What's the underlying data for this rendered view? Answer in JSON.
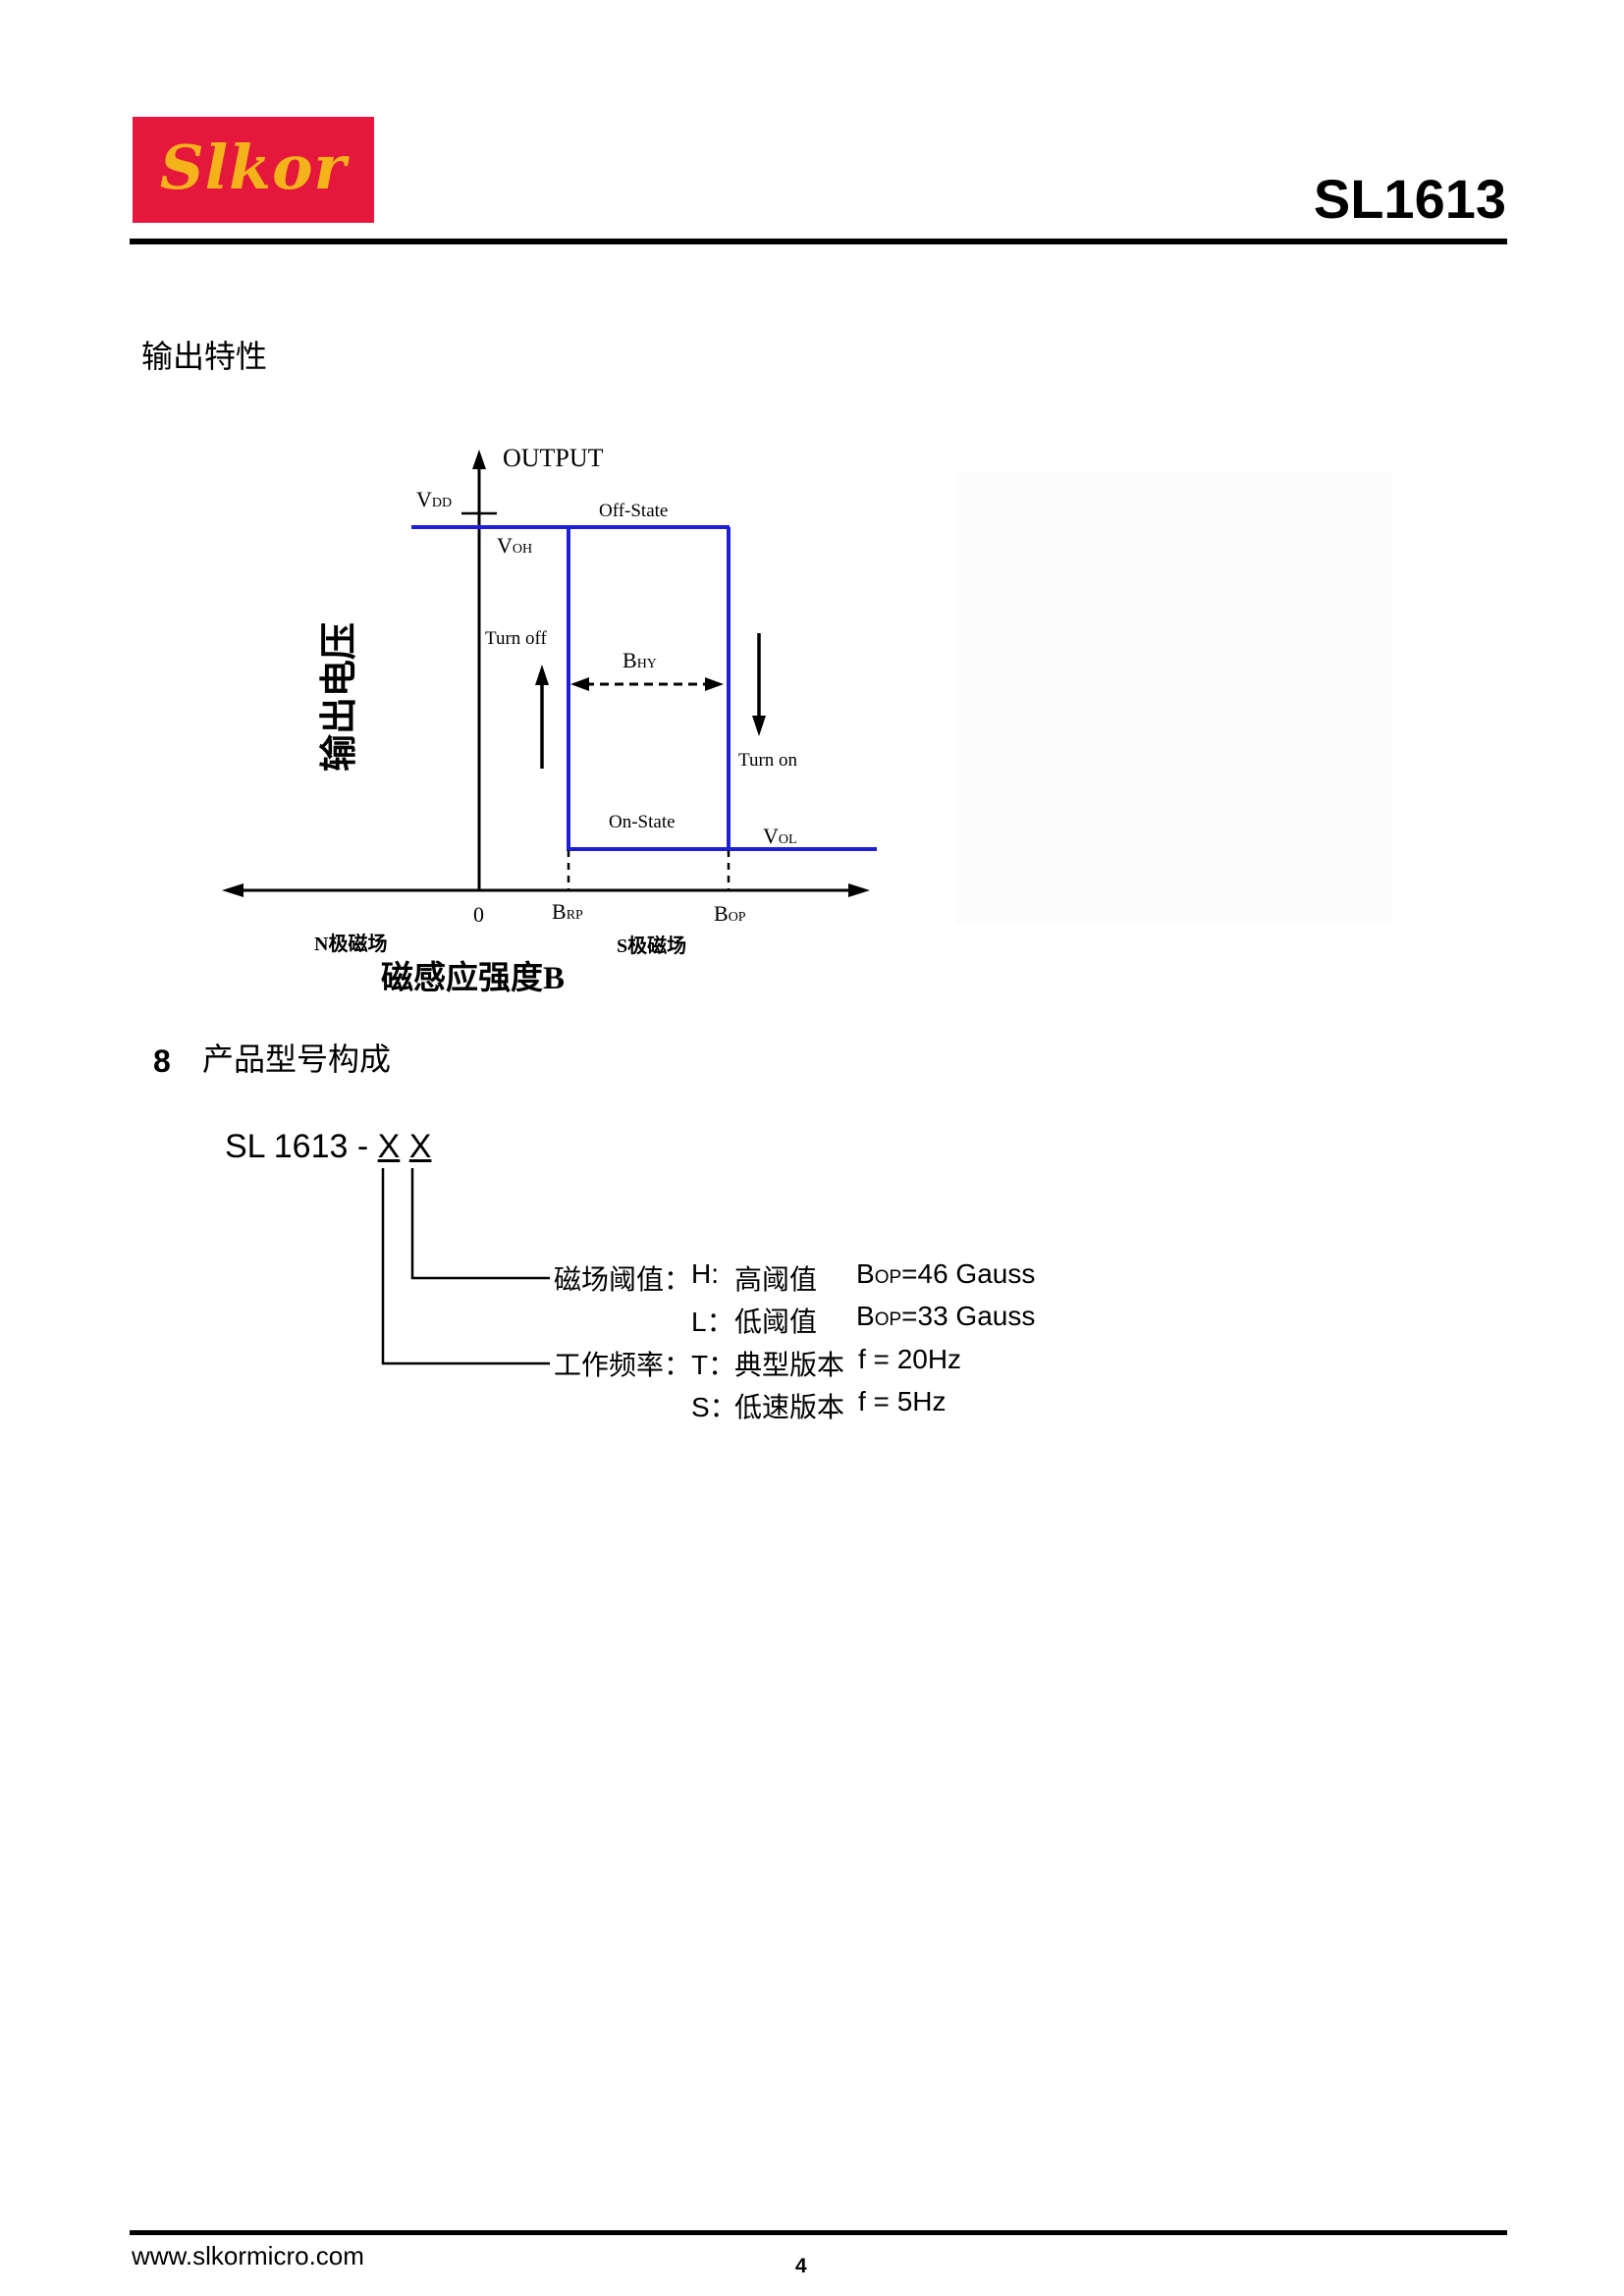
{
  "header": {
    "logo_text": "Slkor",
    "part_number": "SL1613",
    "brand_color": "#e5173c",
    "logo_text_color": "#f4b31a"
  },
  "output_section": {
    "title": "输出特性"
  },
  "diagram": {
    "y_axis_label": "OUTPUT",
    "y_side_label": "输出电压",
    "x_axis_label": "磁感应强度B",
    "vdd": {
      "main": "V",
      "sub": "DD"
    },
    "voh": {
      "main": "V",
      "sub": "OH"
    },
    "vol": {
      "main": "V",
      "sub": "OL"
    },
    "bhy": {
      "main": "B",
      "sub": "HY"
    },
    "brp": {
      "main": "B",
      "sub": "RP"
    },
    "bop": {
      "main": "B",
      "sub": "OP"
    },
    "off_state": "Off-State",
    "on_state": "On-State",
    "turn_off": "Turn off",
    "turn_on": "Turn on",
    "origin": "0",
    "n_pole": "N极磁场",
    "s_pole": "S极磁场",
    "curve_color": "#1f1fd6"
  },
  "model_section": {
    "number": "8",
    "title": "产品型号构成",
    "code_prefix": "SL 1613 -",
    "code_x1": "X",
    "code_x2": "X",
    "rows": [
      {
        "label": "磁场阈值：",
        "key": "H:",
        "desc": "高阈值",
        "b_main": "B",
        "b_sub": "OP",
        "value": "=46 Gauss"
      },
      {
        "label": "",
        "key": "L：",
        "desc": "低阈值",
        "b_main": "B",
        "b_sub": "OP",
        "value": "=33 Gauss"
      },
      {
        "label": "工作频率：",
        "key": "T：",
        "desc": "典型版本",
        "value": "f = 20Hz"
      },
      {
        "label": "",
        "key": "S：",
        "desc": "低速版本",
        "value": "f = 5Hz"
      }
    ]
  },
  "footer": {
    "url": "www.slkormicro.com",
    "page": "4"
  }
}
